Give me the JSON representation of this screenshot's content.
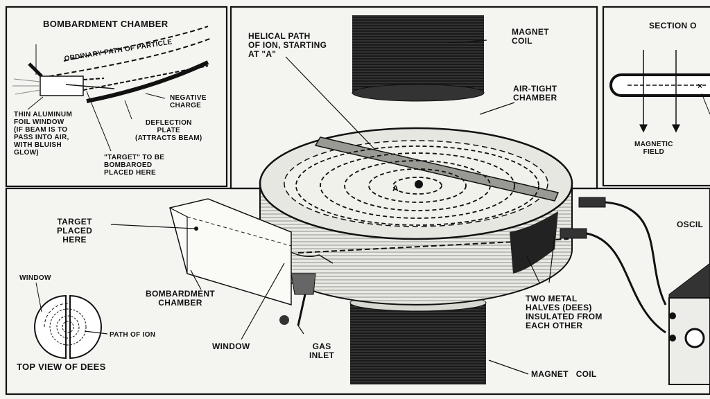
{
  "inset_bombardment": {
    "title": "BOMBARDMENT CHAMBER",
    "ordinary_path": "ORDINARY PATH OF PARTICLE",
    "negative_charge": [
      "NEGATIVE",
      "CHARGE"
    ],
    "deflection_plate": [
      "DEFLECTION",
      "PLATE",
      "(ATTRACTS BEAM)"
    ],
    "foil_window": [
      "THIN ALUMINUM",
      "FOIL WINDOW",
      "(IF BEAM IS TO",
      "PASS INTO AIR,",
      "WITH BLUISH",
      "GLOW)"
    ],
    "target_note": [
      "\"TARGET\" TO BE",
      "BOMBAROED",
      "PLACED HERE"
    ]
  },
  "inset_section": {
    "title": "SECTION O",
    "magnetic_field": [
      "MAGNETIC",
      "FIELD"
    ]
  },
  "main": {
    "magnet_coil_top": [
      "MAGNET",
      "COIL"
    ],
    "helical_path": [
      "HELICAL PATH",
      "OF ION, STARTING",
      "AT \"A\""
    ],
    "air_tight": [
      "AIR-TIGHT",
      "CHAMBER"
    ],
    "point_a": "A",
    "target_placed": [
      "TARGET",
      "PLACED",
      "HERE"
    ],
    "bombardment_chamber": [
      "BOMBARDMENT",
      "CHAMBER"
    ],
    "window_left": "WINDOW",
    "path_of_ion": "PATH OF ION",
    "top_view": "TOP VIEW OF DEES",
    "window_bottom": "WINDOW",
    "gas_inlet": [
      "GAS",
      "INLET"
    ],
    "two_metal": [
      "TWO METAL",
      "HALVES (DEES)",
      "INSULATED FROM",
      "EACH OTHER"
    ],
    "magnet_coil_bottom": "MAGNET   COIL",
    "oscil": "OSCIL"
  }
}
